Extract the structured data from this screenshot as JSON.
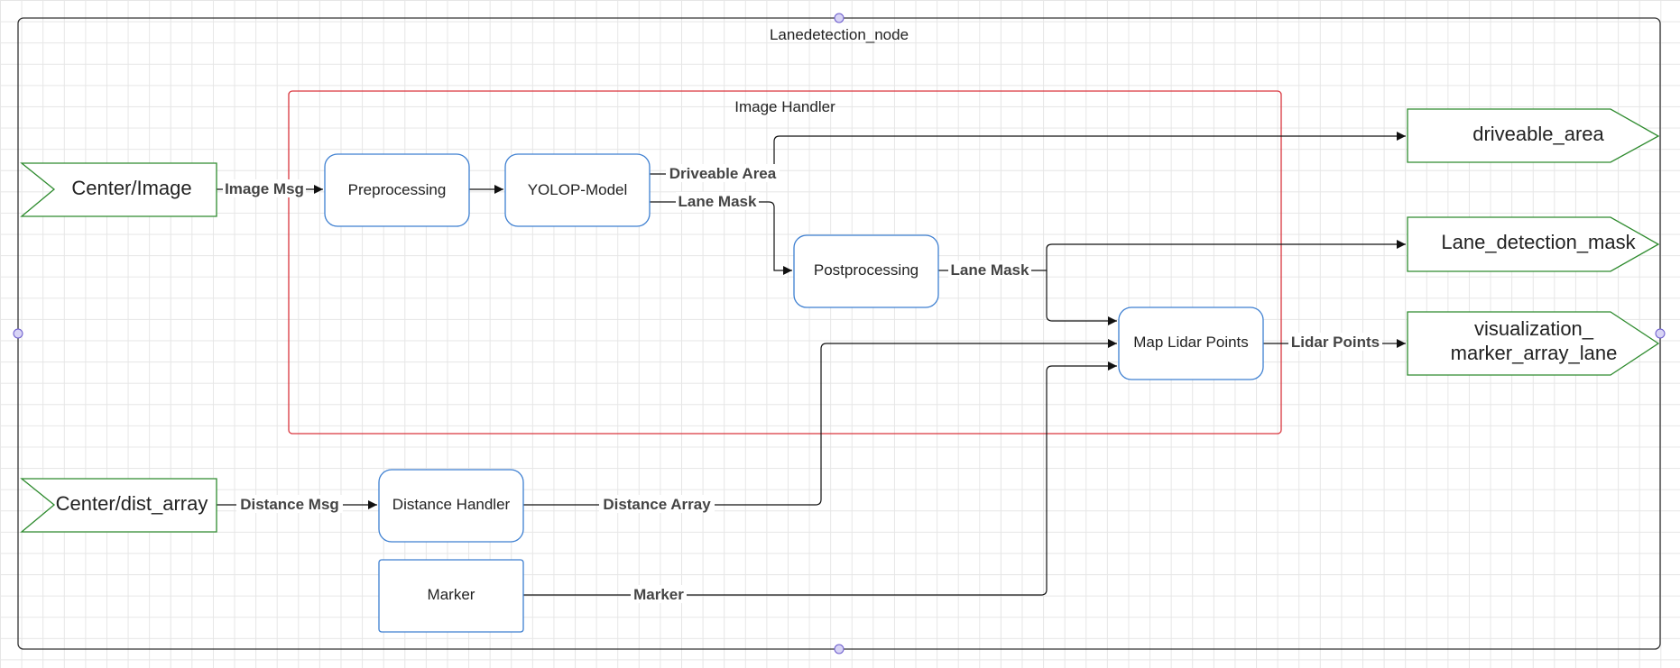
{
  "container": {
    "title": "Lanedetection_node"
  },
  "image_handler": {
    "title": "Image Handler"
  },
  "inputs": {
    "center_image": "Center/Image",
    "center_dist_array": "Center/dist_array"
  },
  "outputs": {
    "driveable_area": "driveable_area",
    "lane_detection_mask": "Lane_detection_mask",
    "visualization_line1": "visualization_",
    "visualization_line2": "marker_array_lane"
  },
  "nodes": {
    "preprocessing": "Preprocessing",
    "yolop_model": "YOLOP-Model",
    "postprocessing": "Postprocessing",
    "map_lidar_points": "Map Lidar Points",
    "distance_handler": "Distance Handler",
    "marker": "Marker"
  },
  "edges": {
    "image_msg": "Image Msg",
    "driveable_area": "Driveable Area",
    "lane_mask_1": "Lane Mask",
    "lane_mask_2": "Lane Mask",
    "lidar_points": "Lidar Points",
    "distance_msg": "Distance Msg",
    "distance_array": "Distance Array",
    "marker": "Marker"
  },
  "colors": {
    "process_border": "#3d7fd1",
    "io_border": "#2e8b2e",
    "image_handler_border": "#d9363e",
    "container_border": "#333333",
    "grid": "#e6e6e6"
  }
}
